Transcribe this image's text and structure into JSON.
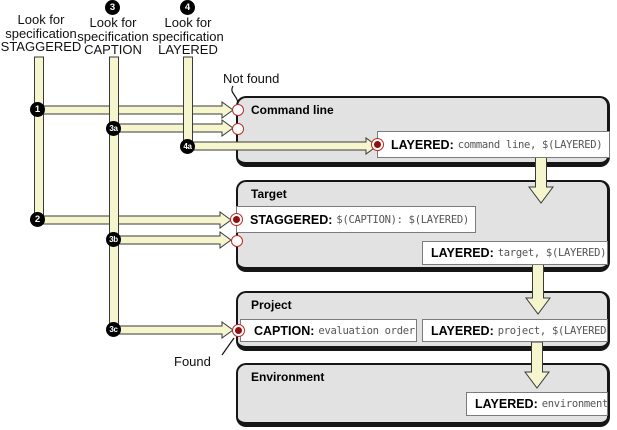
{
  "diagram": {
    "columns": [
      {
        "badge": "",
        "line1": "Look for",
        "line2": "specification",
        "line3": "STAGGERED"
      },
      {
        "badge": "3",
        "line1": "Look for",
        "line2": "specification",
        "line3": "CAPTION"
      },
      {
        "badge": "4",
        "line1": "Look for",
        "line2": "specification",
        "line3": "LAYERED"
      }
    ],
    "steps": {
      "s1": "1",
      "s2": "2",
      "s3a": "3a",
      "s3b": "3b",
      "s3c": "3c",
      "s4a": "4a"
    },
    "labels": {
      "not_found": "Not found",
      "found": "Found"
    },
    "scopes": {
      "command_line": {
        "title": "Command line",
        "spec_layered": {
          "label": "LAYERED:",
          "value": "command line, $(LAYERED)"
        }
      },
      "target": {
        "title": "Target",
        "spec_staggered": {
          "label": "STAGGERED:",
          "value": "$(CAPTION): $(LAYERED)"
        },
        "spec_layered": {
          "label": "LAYERED:",
          "value": "target, $(LAYERED)"
        }
      },
      "project": {
        "title": "Project",
        "spec_caption": {
          "label": "CAPTION:",
          "value": "evaluation order"
        },
        "spec_layered": {
          "label": "LAYERED:",
          "value": "project, $(LAYERED)"
        }
      },
      "environment": {
        "title": "Environment",
        "spec_layered": {
          "label": "LAYERED:",
          "value": "environment"
        }
      }
    },
    "colors": {
      "arrow_fill": "#F6F6CE",
      "scope_box_fill": "#E2E2E2",
      "marker_red": "#C22820",
      "marker_core_red": "#8F0F0F"
    }
  }
}
